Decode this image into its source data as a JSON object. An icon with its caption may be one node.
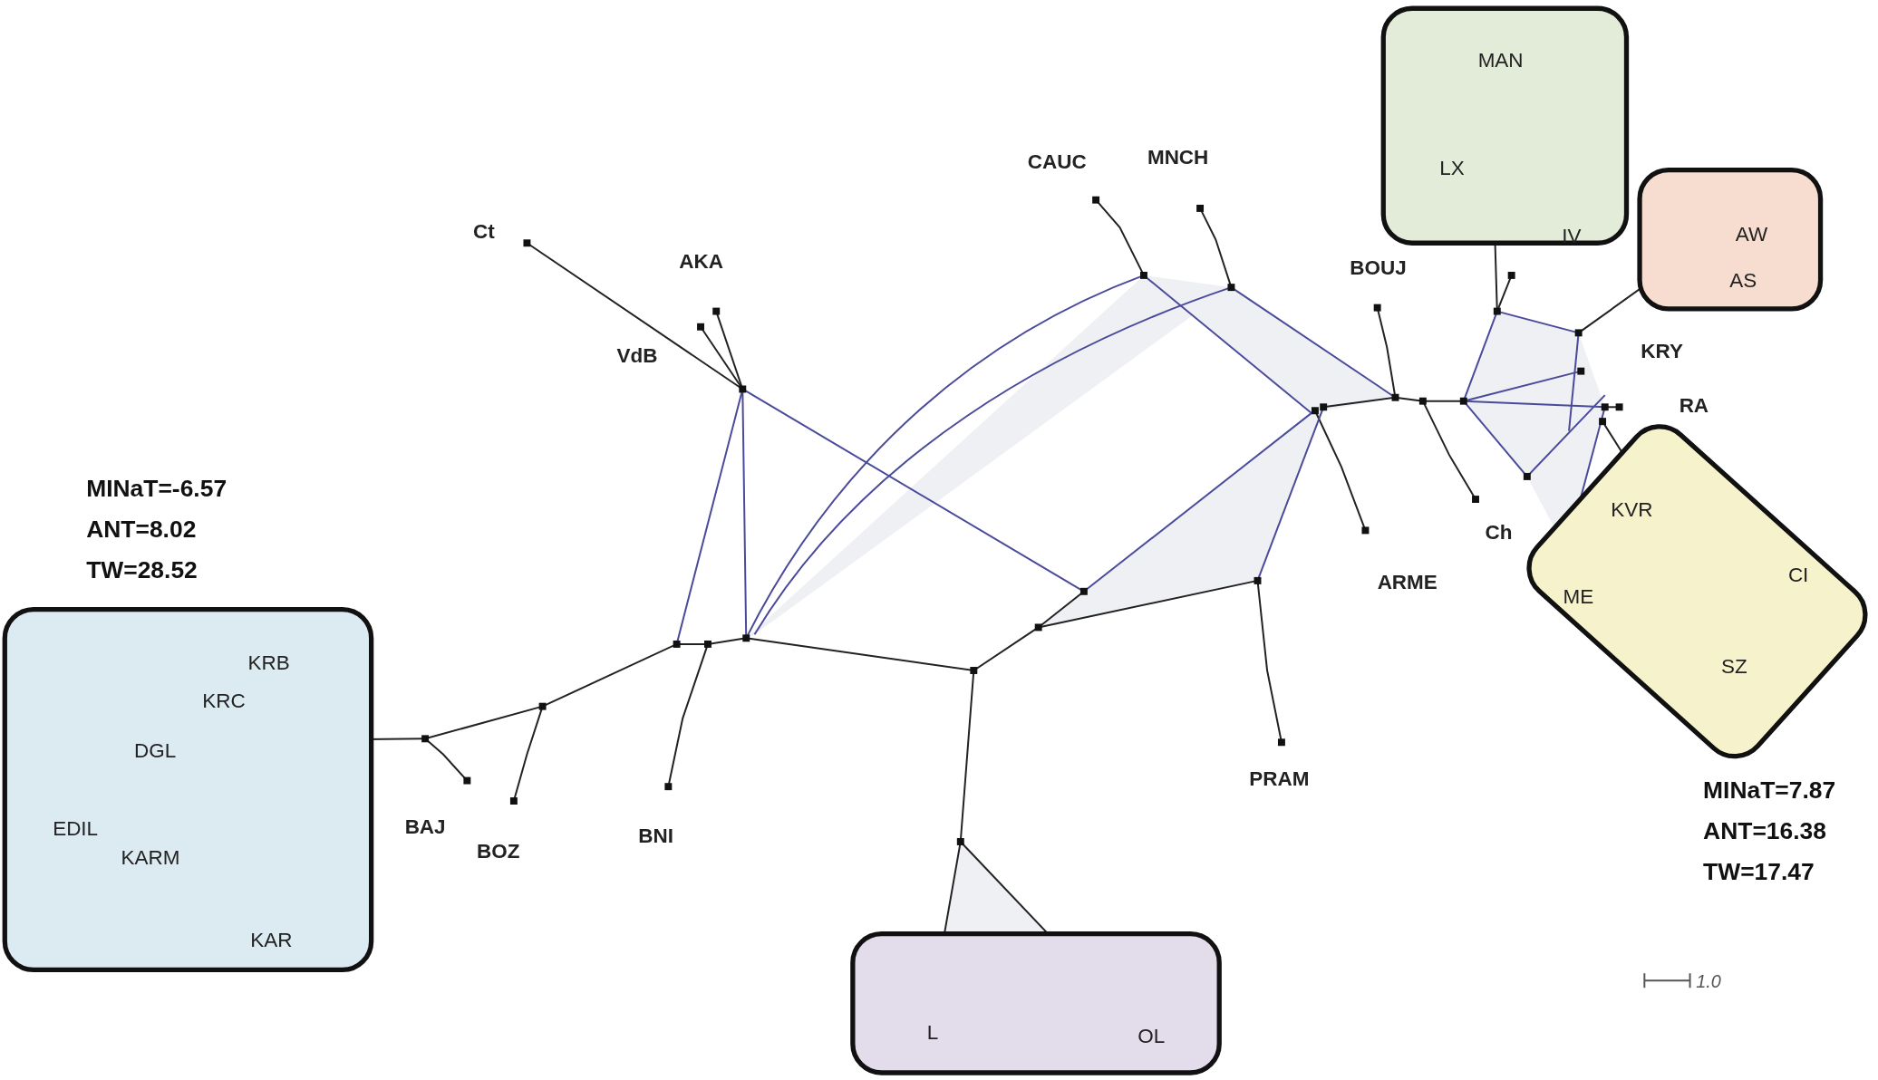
{
  "diagram": {
    "nodes": [
      {
        "text": [
          "MAN",
          "LX",
          "IV"
        ]
      },
      {
        "text": [
          "AW",
          "AS"
        ]
      },
      {
        "text": [
          "KVR",
          "ME",
          "CI",
          "SZ"
        ],
        "beside": [
          "MINaT=7.87",
          "ANT=16.38",
          "TW=17.47"
        ]
      },
      {
        "text": [
          "KRB",
          "KRC",
          "DGL",
          "EDIL",
          "KARM",
          "KAR"
        ],
        "beside": [
          "MINaT=-6.57",
          "ANT=8.02",
          "TW=28.52"
        ]
      },
      {
        "text": [
          "L",
          "OL"
        ]
      }
    ],
    "labels": [
      "Ct",
      "AKA",
      "VdB",
      "CAUC",
      "MNCH",
      "BOUJ",
      "KRY",
      "RA",
      "Ch",
      "ARME",
      "PRAM",
      "BAJ",
      "BOZ",
      "BNI",
      "1.0"
    ]
  }
}
